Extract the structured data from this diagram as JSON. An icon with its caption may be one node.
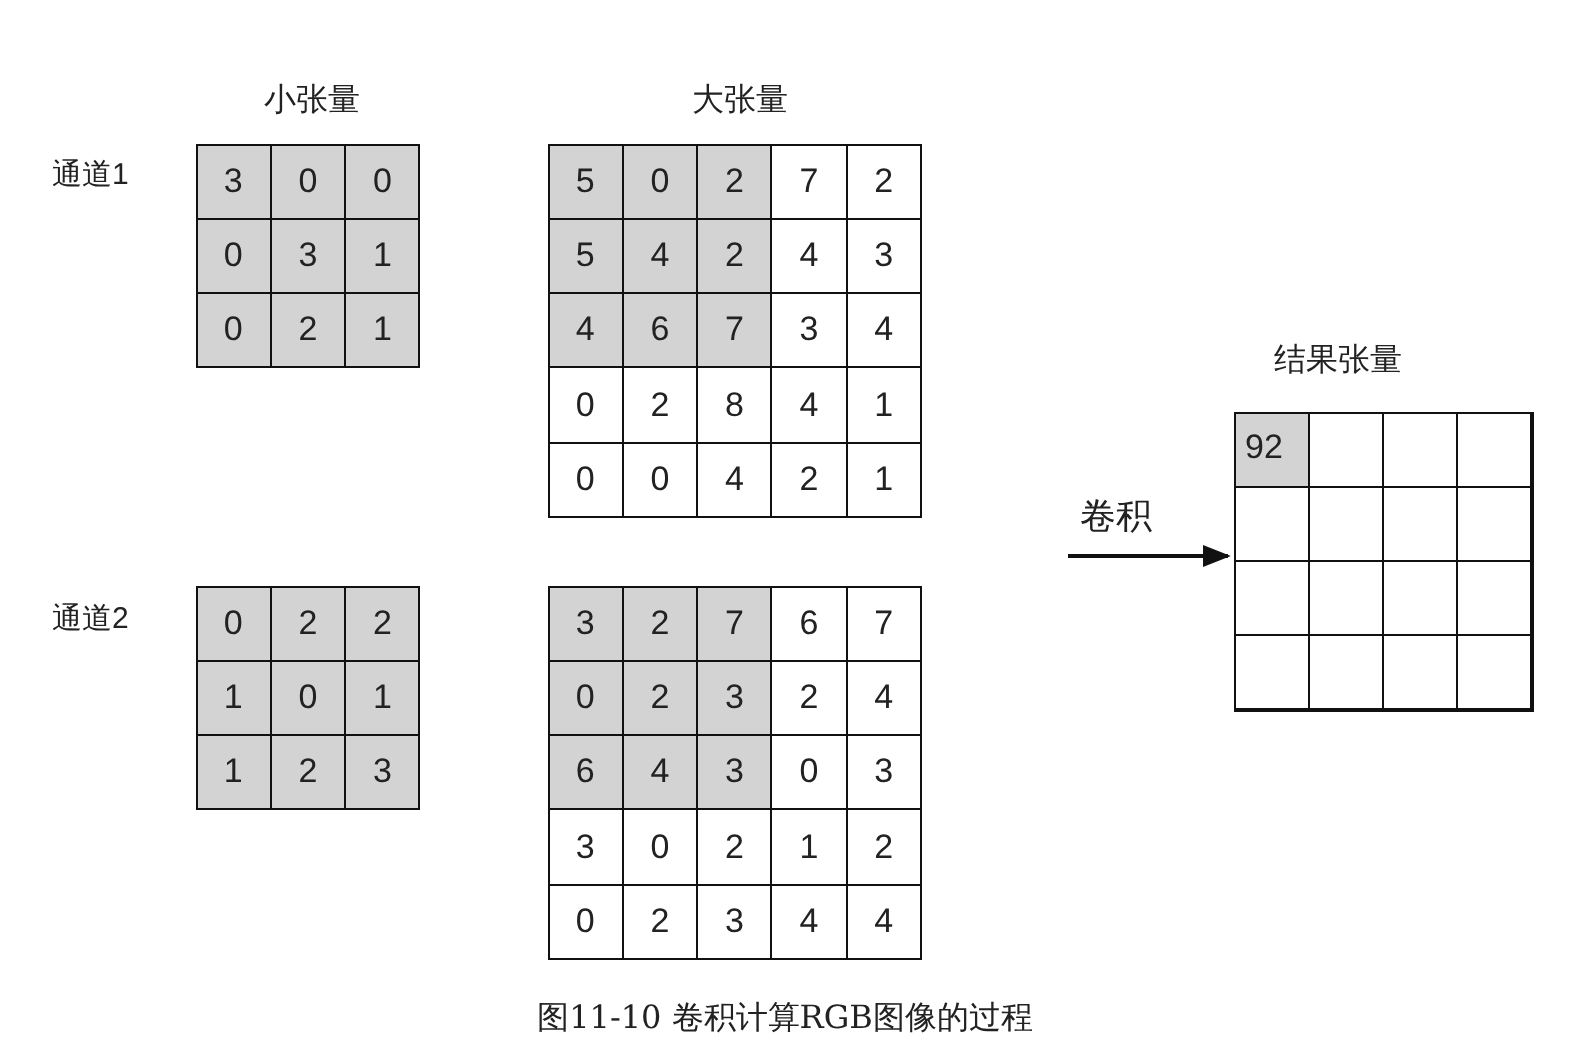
{
  "diagram": {
    "caption": "图11-10 卷积计算RGB图像的过程",
    "nodes": [
      {
        "text": [
          "小张量",
          "3",
          "0",
          "0",
          "0",
          "3",
          "1",
          "0",
          "2",
          "1"
        ]
      },
      {
        "text": [
          "大张量",
          "5",
          "0",
          "2",
          "7",
          "2",
          "5",
          "4",
          "2",
          "4",
          "3",
          "4",
          "6",
          "7",
          "3",
          "4",
          "0",
          "2",
          "8",
          "4",
          "1",
          "0",
          "0",
          "4",
          "2",
          "1"
        ]
      },
      {
        "text": [
          "0",
          "2",
          "2",
          "1",
          "0",
          "1",
          "1",
          "2",
          "3"
        ]
      },
      {
        "text": [
          "3",
          "2",
          "7",
          "6",
          "7",
          "0",
          "2",
          "3",
          "2",
          "4",
          "6",
          "4",
          "3",
          "0",
          "3",
          "3",
          "0",
          "2",
          "1",
          "2",
          "0",
          "2",
          "3",
          "4",
          "4"
        ]
      },
      {
        "text": [
          "结果张量",
          "92"
        ]
      }
    ],
    "edges": [
      {
        "from": null,
        "to": 4,
        "arrow": "to",
        "label": "卷积"
      }
    ],
    "labels": [
      "通道1",
      "通道2"
    ]
  }
}
